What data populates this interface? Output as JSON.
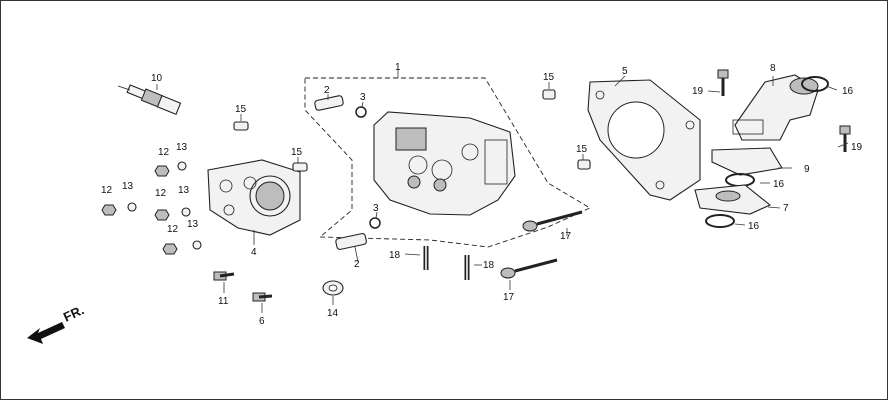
{
  "labels": {
    "p1": "1",
    "p2a": "2",
    "p2b": "2",
    "p3a": "3",
    "p3b": "3",
    "p4": "4",
    "p5": "5",
    "p6": "6",
    "p7": "7",
    "p8": "8",
    "p9": "9",
    "p10": "10",
    "p11": "11",
    "p12a": "12",
    "p12b": "12",
    "p12c": "12",
    "p12d": "12",
    "p13a": "13",
    "p13b": "13",
    "p13c": "13",
    "p13d": "13",
    "p14": "14",
    "p15a": "15",
    "p15b": "15",
    "p15c": "15",
    "p15d": "15",
    "p16a": "16",
    "p16b": "16",
    "p16c": "16",
    "p17a": "17",
    "p17b": "17",
    "p18a": "18",
    "p18b": "18",
    "p19a": "19",
    "p19b": "19"
  },
  "direction": "FR."
}
